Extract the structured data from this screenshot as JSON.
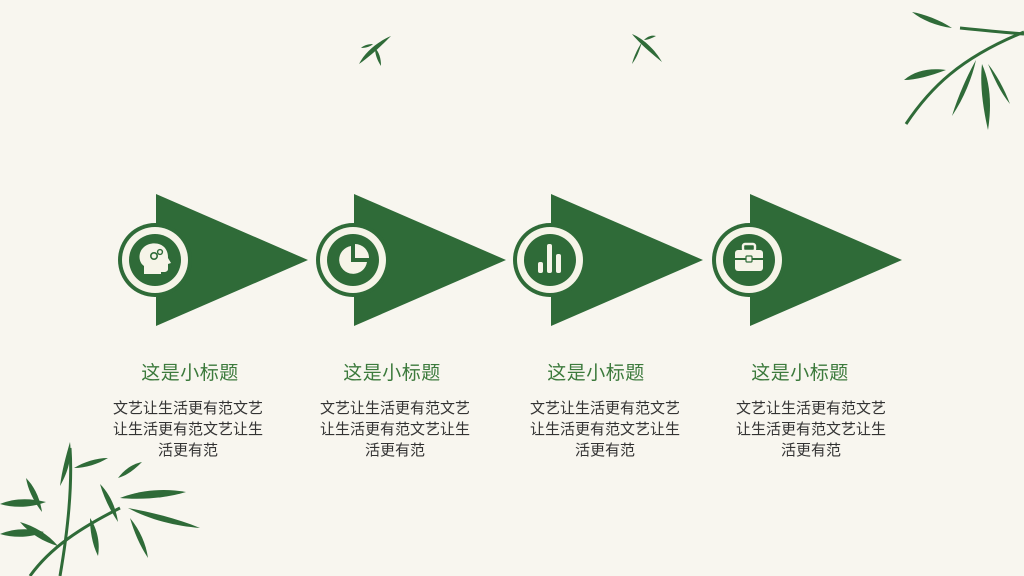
{
  "colors": {
    "background": "#f8f6ef",
    "accent": "#2f6b38",
    "circle_fill": "#f6f4e8",
    "title": "#3c7a3c",
    "text": "#333333"
  },
  "steps": [
    {
      "icon": "head-gears-icon",
      "title": "这是小标题",
      "desc": "文艺让生活更有范文艺让生活更有范文艺让生活更有范"
    },
    {
      "icon": "pie-chart-icon",
      "title": "这是小标题",
      "desc": "文艺让生活更有范文艺让生活更有范文艺让生活更有范"
    },
    {
      "icon": "bar-chart-icon",
      "title": "这是小标题",
      "desc": "文艺让生活更有范文艺让生活更有范文艺让生活更有范"
    },
    {
      "icon": "briefcase-icon",
      "title": "这是小标题",
      "desc": "文艺让生活更有范文艺让生活更有范文艺让生活更有范"
    }
  ]
}
